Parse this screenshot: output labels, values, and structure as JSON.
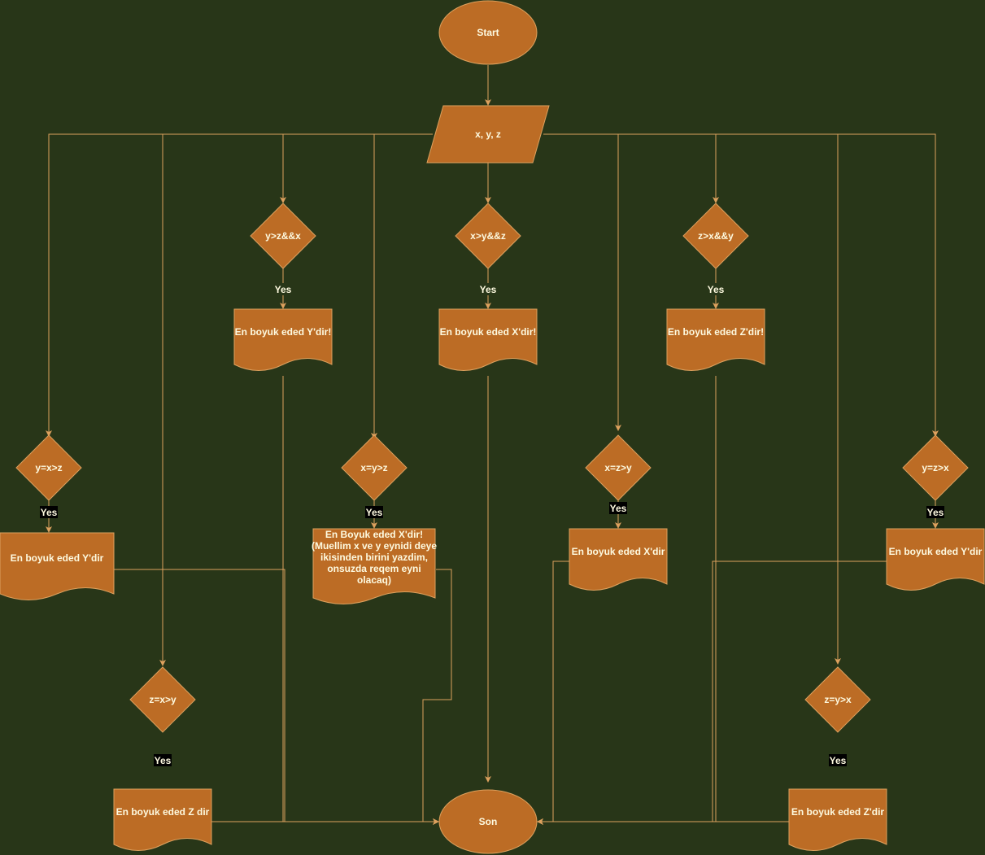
{
  "colors": {
    "background": "#283618",
    "node_fill": "#BC6C25",
    "node_stroke": "#DDA15E",
    "edge": "#DDA15E",
    "text": "#FEFAE0"
  },
  "nodes": {
    "start": "Start",
    "input": "x, y, z",
    "d_yzx": "y>z&&x",
    "d_xyz": "x>y&&z",
    "d_zxy": "z>x&&y",
    "out_y_top": "En boyuk eded Y'dir!",
    "out_x_top": "En boyuk eded X'dir!",
    "out_z_top": "En boyuk eded Z'dir!",
    "d_y_eq_x_gt_z": "y=x>z",
    "d_x_eq_y_gt_z": "x=y>z",
    "d_x_eq_z_gt_y": "x=z>y",
    "d_y_eq_z_gt_x": "y=z>x",
    "out_y_left": "En boyuk eded Y'dir",
    "out_x_mid": [
      "En Boyuk eded X'dir!",
      "(Muellim x ve y eynidi deye",
      "ikisinden birini yazdim,",
      "onsuzda reqem eyni",
      "olacaq)"
    ],
    "out_x_right": "En boyuk eded X'dir",
    "out_y_right": "En boyuk eded Y'dir",
    "d_z_eq_x_gt_y": "z=x>y",
    "d_z_eq_y_gt_x": "z=y>x",
    "out_z_left": "En boyuk eded Z dir",
    "out_z_right": "En boyuk eded Z'dir",
    "end": "Son"
  },
  "edge_labels": {
    "yes": "Yes"
  }
}
